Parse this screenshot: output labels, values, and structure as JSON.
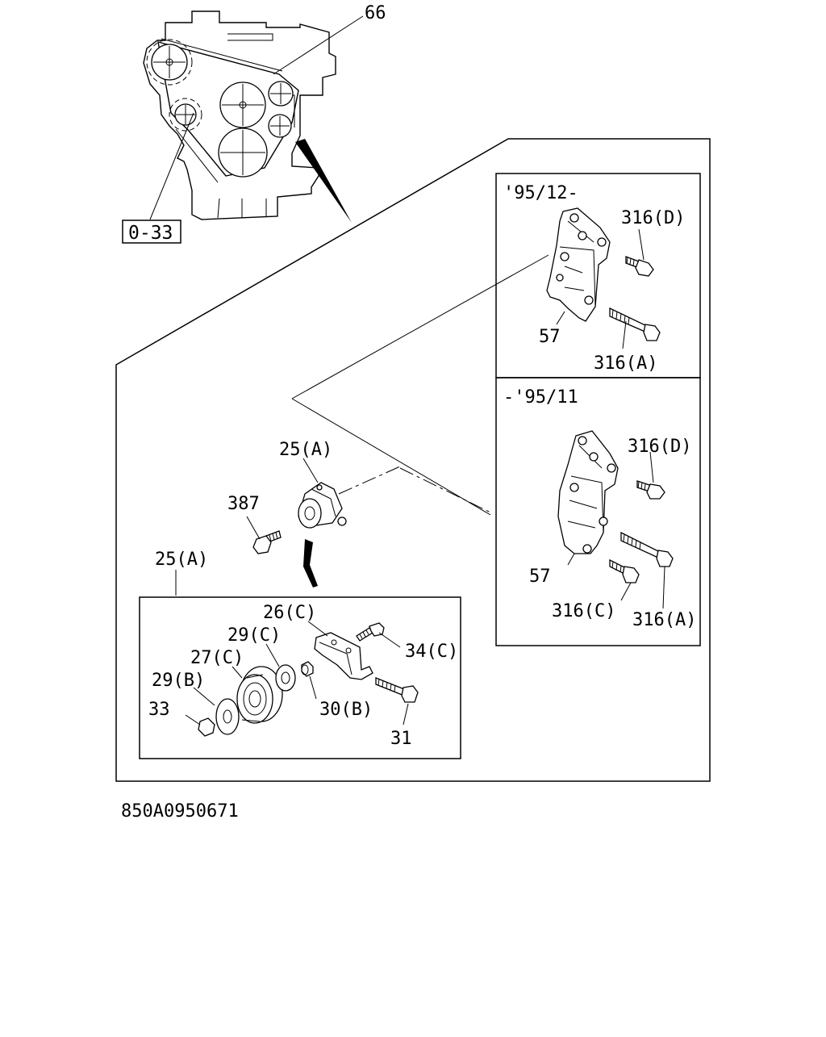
{
  "drawing_id": "850A0950671",
  "engine_view": {
    "belt_label": "66",
    "ref_label": "0-33"
  },
  "variants": [
    {
      "period": "'95/12-",
      "labels": [
        "316(D)",
        "57",
        "316(A)"
      ]
    },
    {
      "period": "-'95/11",
      "labels": [
        "316(D)",
        "57",
        "316(C)",
        "316(A)"
      ]
    }
  ],
  "tensioner": {
    "assembly_label": "25(A)",
    "bolt_label": "387",
    "detail_label": "25(A)"
  },
  "detail_parts": [
    "26(C)",
    "29(C)",
    "27(C)",
    "29(B)",
    "33",
    "34(C)",
    "30(B)",
    "31"
  ],
  "colors": {
    "line": "#000000",
    "background": "#ffffff"
  }
}
